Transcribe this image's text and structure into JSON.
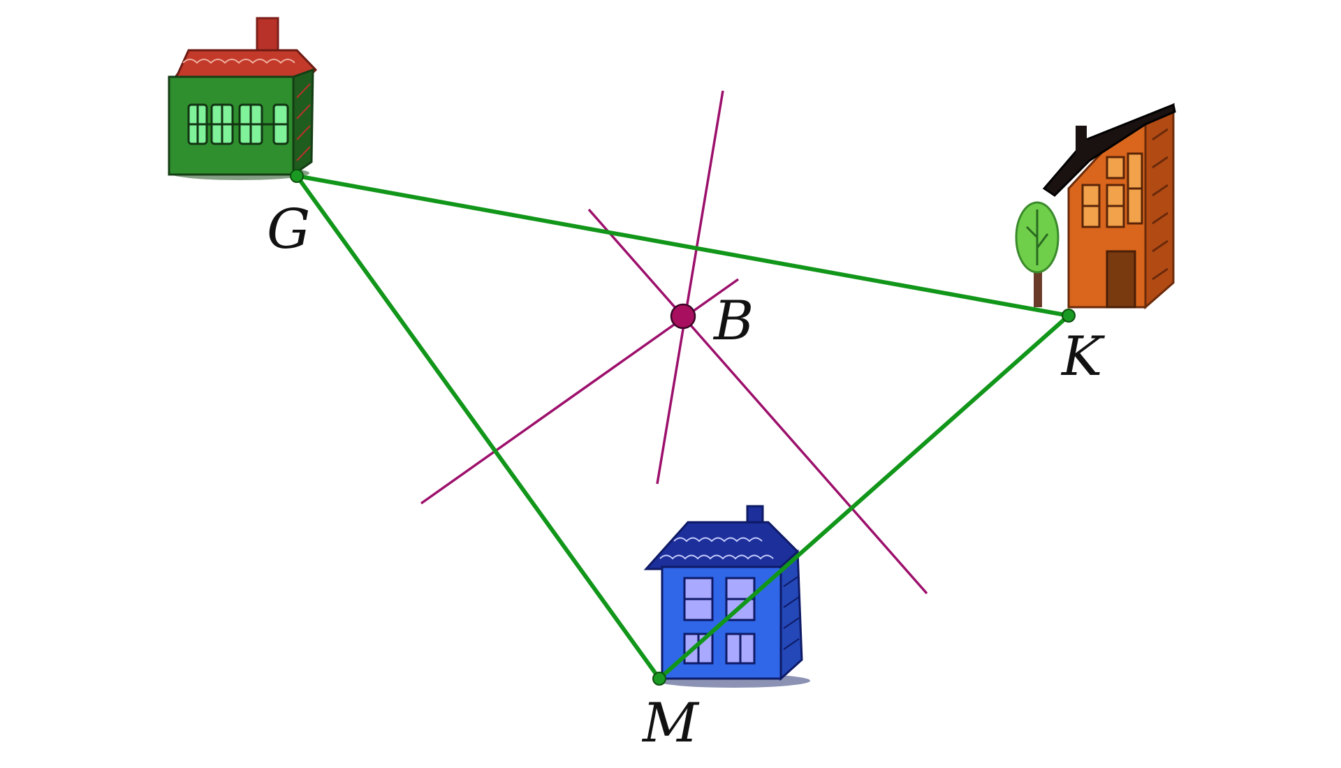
{
  "diagram": {
    "points": {
      "G": {
        "label": "G"
      },
      "K": {
        "label": "K"
      },
      "M": {
        "label": "M"
      },
      "B": {
        "label": "B"
      }
    },
    "houses": {
      "G": {
        "icon": "green-house-icon",
        "wall": "#2f8f2f",
        "roof": "#c33a2a",
        "window": "#7ff29a"
      },
      "K": {
        "icon": "orange-house-with-tree-icon",
        "wall": "#d9661c",
        "roof": "#1a1210",
        "window": "#f2a24a",
        "tree": "#6fcf4a"
      },
      "M": {
        "icon": "blue-house-icon",
        "wall": "#2f67e8",
        "roof": "#1c2f9a",
        "window": "#a9a9ff"
      }
    },
    "colors": {
      "triangle": "#11961a",
      "bisector": "#9c0f6b",
      "vertex": "#1a9a22",
      "center": "#a8105f"
    }
  }
}
